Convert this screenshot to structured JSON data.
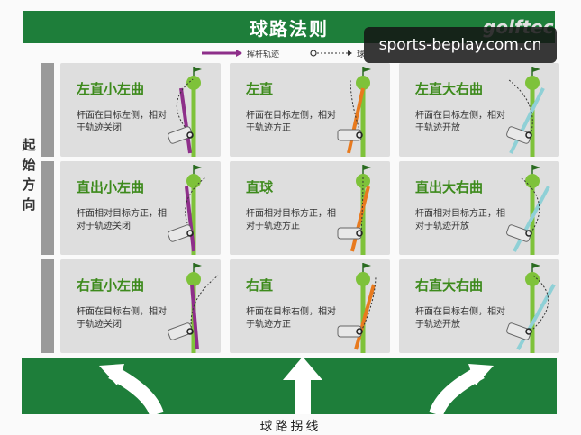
{
  "header": {
    "title": "球路法则",
    "logo_text": "golftec"
  },
  "watermark": "sports-beplay.com.cn",
  "legend": {
    "swing_path": "挥杆轨迹",
    "ball_path": "球"
  },
  "side_label": [
    "起",
    "始",
    "方",
    "向"
  ],
  "bottom_label": "球路拐线",
  "colors": {
    "banner": "#1e7e3a",
    "title": "#3d8a1c",
    "target_line": "#7ec23a"
  },
  "cells": [
    {
      "title": "左直小左曲",
      "desc": "杆面在目标左侧，相对于轨迹关闭"
    },
    {
      "title": "左直",
      "desc": "杆面在目标左侧，相对于轨迹方正"
    },
    {
      "title": "左直大右曲",
      "desc": "杆面在目标左侧，相对于轨迹开放"
    },
    {
      "title": "直出小左曲",
      "desc": "杆面相对目标方正，相对于轨迹关闭"
    },
    {
      "title": "直球",
      "desc": "杆面相对目标方正，相对于轨迹方正"
    },
    {
      "title": "直出大右曲",
      "desc": "杆面相对目标方正，相对于轨迹开放"
    },
    {
      "title": "右直小左曲",
      "desc": "杆面在目标右侧，相对于轨迹关闭"
    },
    {
      "title": "右直",
      "desc": "杆面在目标右侧，相对于轨迹方正"
    },
    {
      "title": "右直大右曲",
      "desc": "杆面在目标右侧，相对于轨迹开放"
    }
  ]
}
